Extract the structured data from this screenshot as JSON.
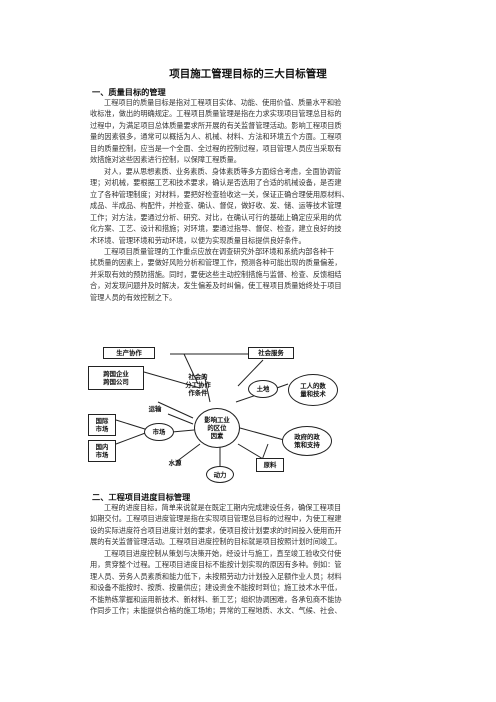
{
  "title": "项目施工管理目标的三大目标管理",
  "section1": {
    "heading": "一、质量目标的管理",
    "p1": [
      "工程项目的质量目标是指对工程项目实体、功能、使用价值、质量水平和验",
      "收标准，做出的明确规定。工程项目质量管理是指在力求实现项目管理总目标的",
      "过程中，为满足项目总体质量要求所开展的有关监督管理活动。影响工程项目质",
      "量的因素很多，通常可以概括为人、机械、材料、方法和环境五个方面。工程项",
      "目的质量控制，应当是一个全面、全过程的控制过程，项目管理人员应当采取有",
      "效措施对这些因素进行控制，以保障工程质量。"
    ],
    "p2": [
      "对人，要从思想素质、业务素质、身体素质等多方面综合考虑，全面协调管",
      "理；对机械，要根据工艺和技术要求，确认是否选用了合适的机械设备，是否建",
      "立了各种管理制度；对材料，要把好检查验收这一关，保证正确合理使用原材料、",
      "成品、半成品、构配件，并检查、确认、督促，做好收、发、储、运等技术管理",
      "工作；对方法，要通过分析、研究、对比，在确认可行的基础上确定应采用的优",
      "化方案、工艺、设计和措施；对环境，要通过指导、督促、检查，建立良好的技",
      "术环境、管理环境和劳动环境，以便为实现质量目标提供良好条件。"
    ],
    "p3": [
      "工程项目质量管理的工作重点应放在调查研究外部环境和系统内部各种干",
      "扰质量的因素上，要做好风险分析和管理工作，预测各种可能出现的质量偏差，",
      "并采取有效的预防措施。同时，要使这些主动控制措施与监督、检查、反馈相结",
      "合，对发现问题并及时解决，发生偏差及时纠偏，使工程项目质量始终处于项目",
      "管理人员的有效控制之下。"
    ]
  },
  "diagram": {
    "center": "影响工业\n的区位\n因素",
    "nodes": {
      "production": "生产协作",
      "social_service": "社会服务",
      "social_org": "社会的\n分工协作\n作条件",
      "trans_enterprise": "跨国企业\n跨国公司",
      "land": "土地",
      "workers": "工人的数\n量和技术",
      "transport": "运输",
      "international": "国际\n市场",
      "market": "市场",
      "domestic": "国内\n市场",
      "policy": "政府的政\n策和支持",
      "water": "水源",
      "power": "动力",
      "raw": "原料"
    }
  },
  "section2": {
    "heading": "二、工程项目进度目标管理",
    "p1": [
      "工程的进度目标，简单来说就是在既定工期内完成建设任务，确保工程项目",
      "如期交付。工程项目进度管理是指在实现项目管理总目标的过程中，为使工程建",
      "设的实际进度符合项目进度计划的要求，使项目按计划要求的时间投入使用而开",
      "展的有关监督管理活动。工程项目进度控制的目标就是项目按照计划时间竣工。"
    ],
    "p2": [
      "工程项目进度控制从策划与决策开始，经设计与施工，直至竣工验收交付使",
      "用，贯穿整个过程。工程项目进度目标不能按计划实现的原因有多种。例如：管",
      "理人员、劳务人员素质和能力低下，未按照劳动力计划投入足额作业人员；材料",
      "和设备不能按时、按质、按量供应；建设资金不能按时到位；施工技术水平低，",
      "不能熟练掌握和运用新技术、新材料、新工艺；组织协调困难，各承包商不能协",
      "作同步工作；未能提供合格的施工场地；异常的工程地质、水文、气候、社会、"
    ]
  }
}
